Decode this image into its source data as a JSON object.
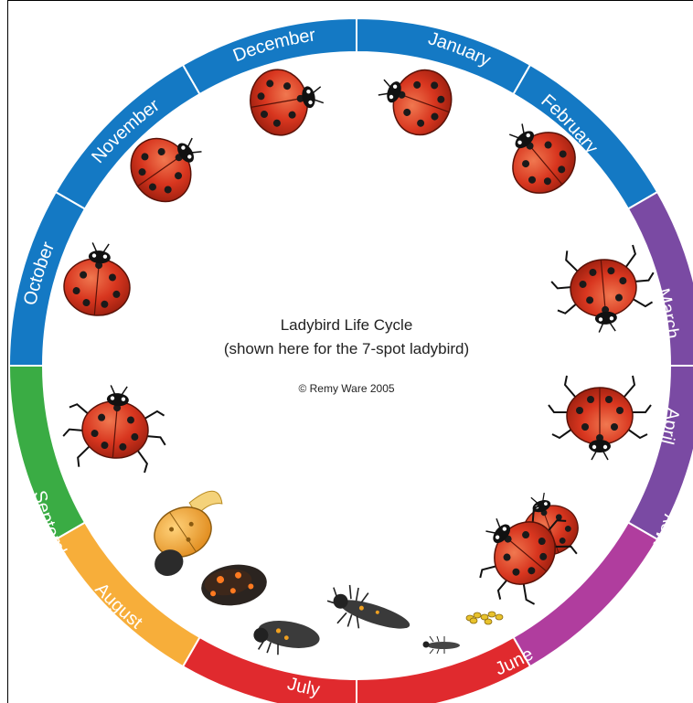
{
  "diagram": {
    "title": "Ladybird Life Cycle",
    "subtitle": "(shown here for the 7-spot ladybird)",
    "credit": "© Remy Ware 2005",
    "months": [
      {
        "label": "January",
        "color": "#1479c4"
      },
      {
        "label": "February",
        "color": "#1479c4"
      },
      {
        "label": "March",
        "color": "#7a4aa3"
      },
      {
        "label": "April",
        "color": "#7a4aa3"
      },
      {
        "label": "May",
        "color": "#b03d9e"
      },
      {
        "label": "June",
        "color": "#e02a2e"
      },
      {
        "label": "July",
        "color": "#e02a2e"
      },
      {
        "label": "August",
        "color": "#f7ae3a"
      },
      {
        "label": "September",
        "color": "#3aac44"
      },
      {
        "label": "October",
        "color": "#1479c4"
      },
      {
        "label": "November",
        "color": "#1479c4"
      },
      {
        "label": "December",
        "color": "#1479c4"
      }
    ],
    "stages": [
      {
        "name": "adult-ladybird-icon",
        "month": "January"
      },
      {
        "name": "adult-ladybird-icon",
        "month": "February"
      },
      {
        "name": "active-ladybird-icon",
        "month": "March"
      },
      {
        "name": "active-ladybird-icon",
        "month": "April"
      },
      {
        "name": "mating-ladybirds-icon",
        "month": "May"
      },
      {
        "name": "egg-cluster-icon",
        "month": "May"
      },
      {
        "name": "small-larva-icon",
        "month": "June"
      },
      {
        "name": "larva-icon",
        "month": "June"
      },
      {
        "name": "larva-icon",
        "month": "July"
      },
      {
        "name": "pupa-icon",
        "month": "July"
      },
      {
        "name": "emerging-ladybird-icon",
        "month": "August"
      },
      {
        "name": "active-ladybird-icon",
        "month": "September"
      },
      {
        "name": "adult-ladybird-icon",
        "month": "October"
      },
      {
        "name": "adult-ladybird-icon",
        "month": "November"
      },
      {
        "name": "adult-ladybird-icon",
        "month": "December"
      }
    ],
    "colors": {
      "ladybird_red": "#d8361f",
      "spot": "#1a1a1a",
      "larva": "#3a3a3a",
      "larva_spot": "#f0a020",
      "egg": "#e8c22c",
      "emerging": "#f2a93b"
    }
  }
}
